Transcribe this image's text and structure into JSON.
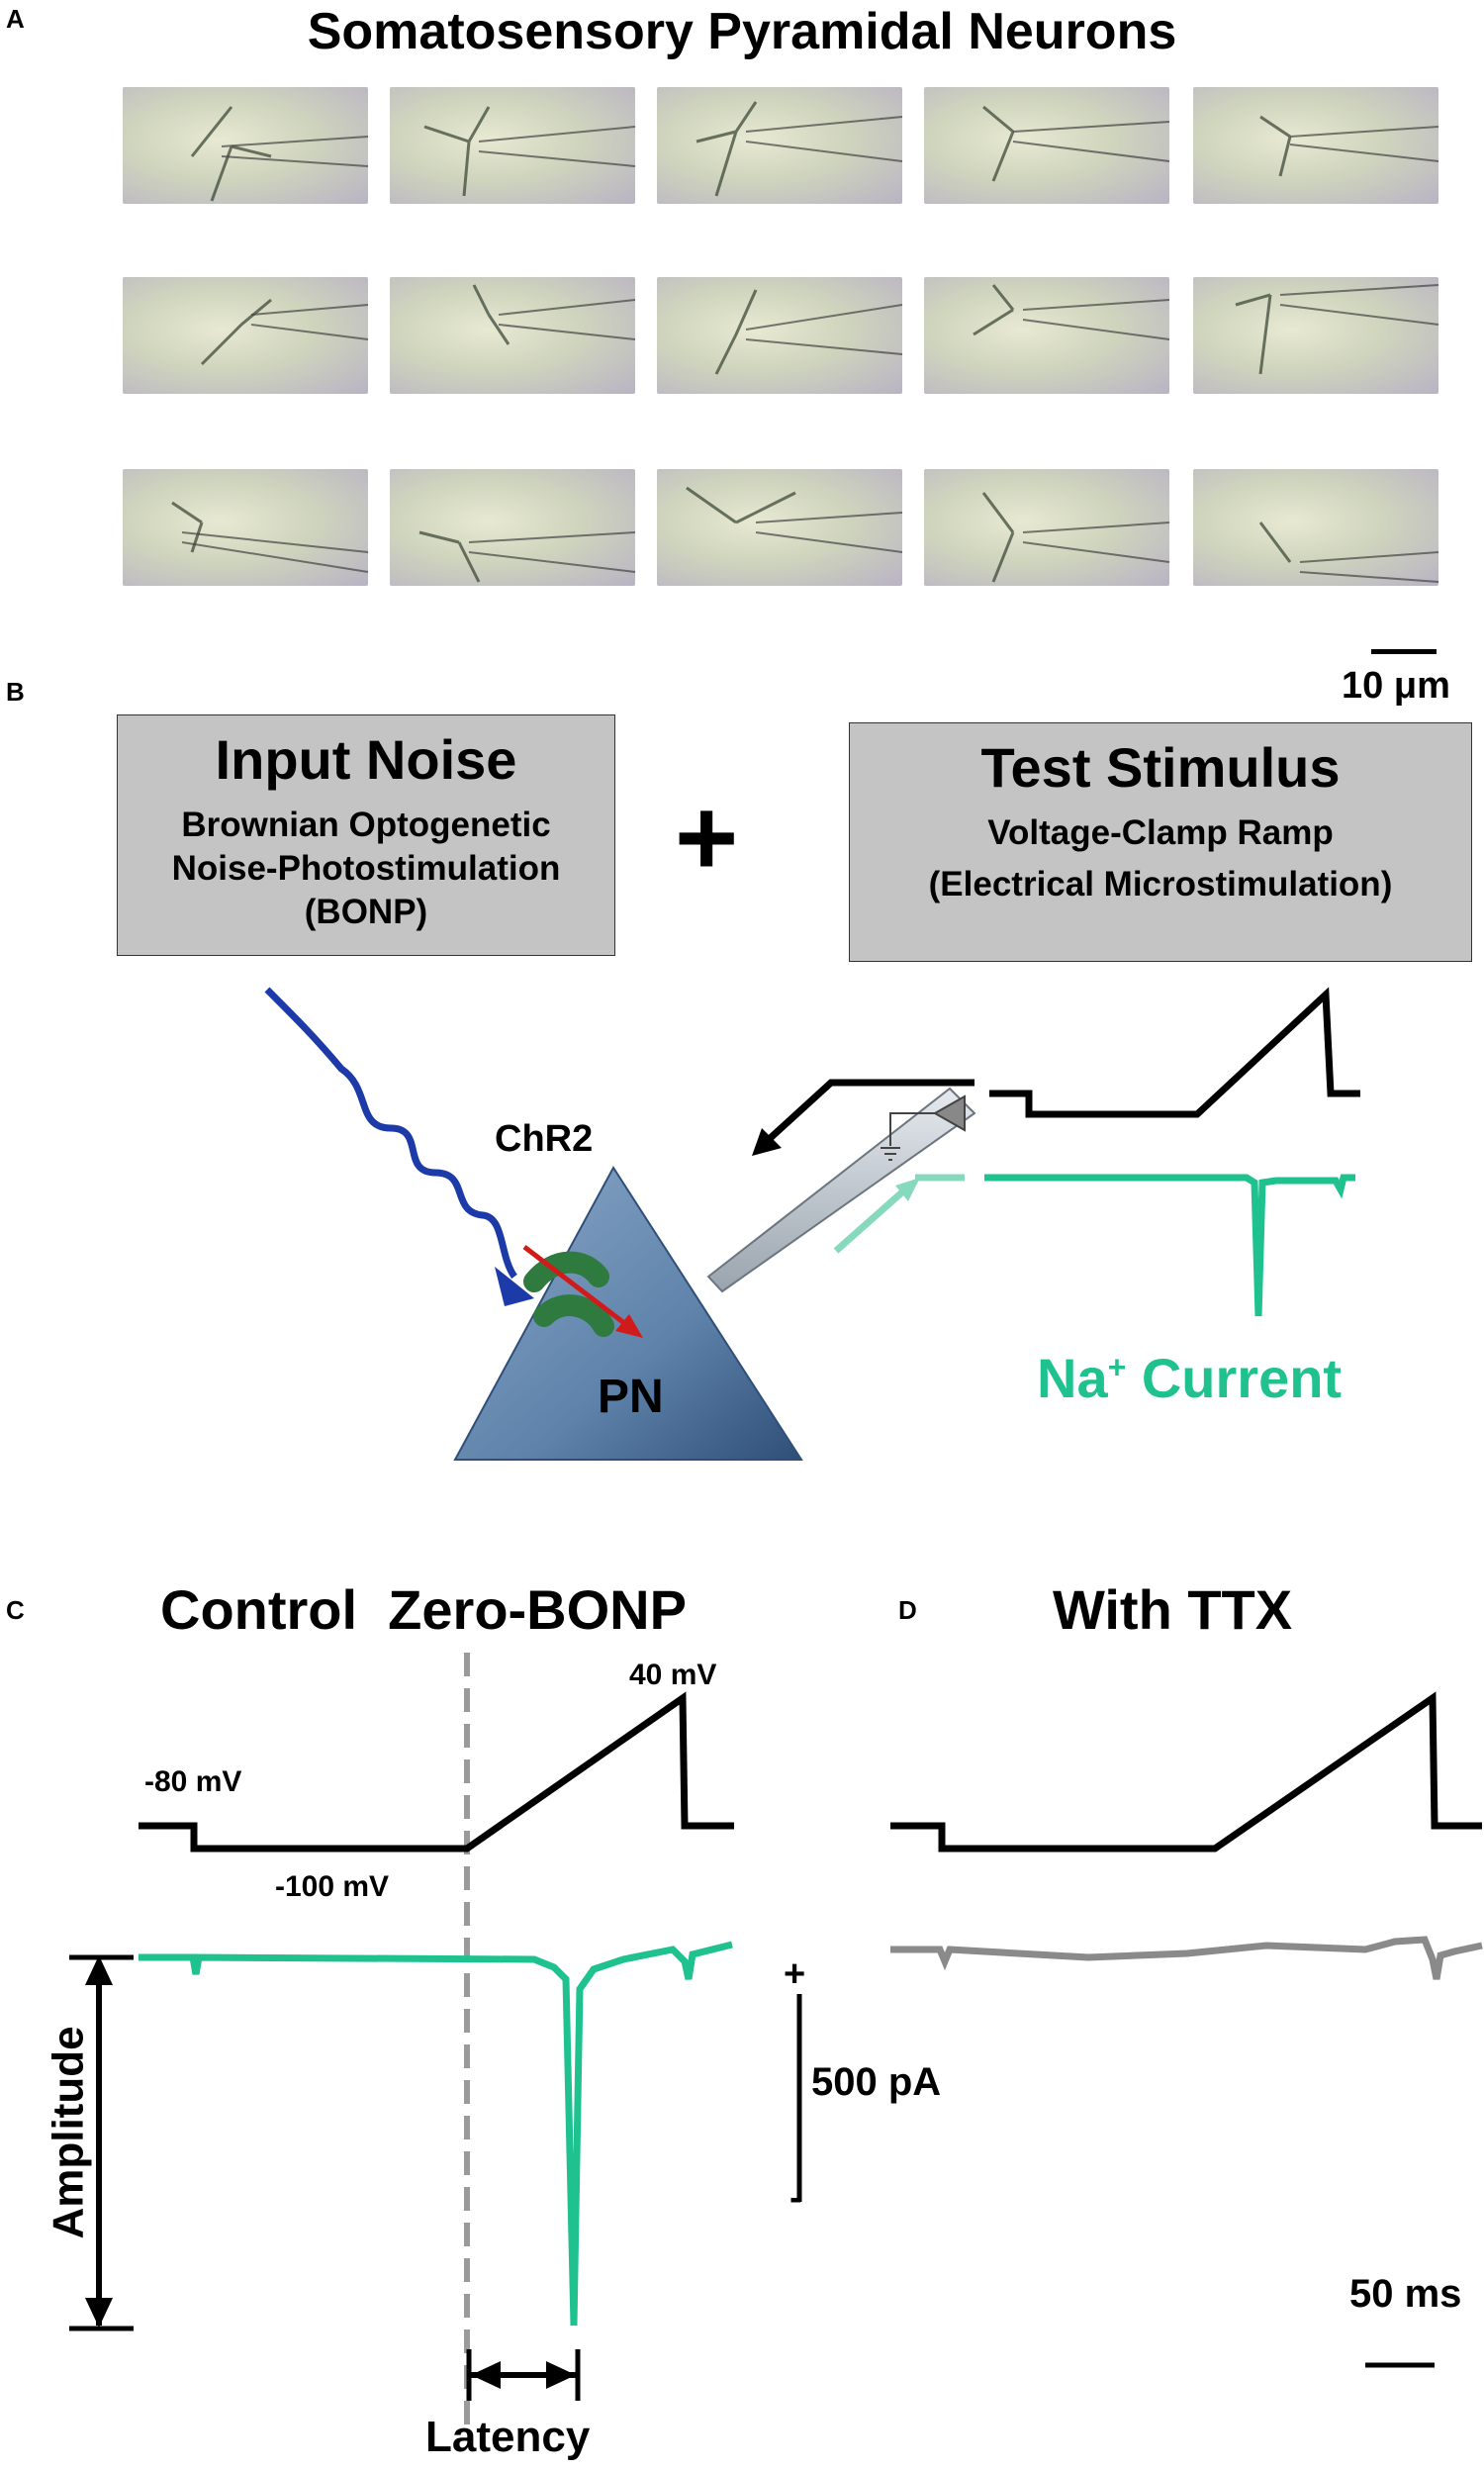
{
  "panel_a": {
    "letter": "A",
    "title": "Somatosensory Pyramidal Neurons",
    "scale_bar_label": "10 μm"
  },
  "panel_b": {
    "letter": "B",
    "input_noise": {
      "title": "Input Noise",
      "lines": [
        "Brownian Optogenetic",
        "Noise-Photostimulation",
        "(BONP)"
      ]
    },
    "plus": "+",
    "test_stimulus": {
      "title": "Test Stimulus",
      "lines": [
        "Voltage-Clamp Ramp",
        "(Electrical Microstimulation)"
      ]
    },
    "channel_label": "ChR2",
    "neuron_label": "PN",
    "current_label": "Na",
    "current_label_sup": "+",
    "current_label_rest": " Current"
  },
  "panel_c": {
    "letter": "C",
    "title": "Control  Zero-BONP",
    "label_40mv": "40 mV",
    "label_80mv": "-80 mV",
    "label_100mv": "-100 mV",
    "amplitude_label": "Amplitude",
    "latency_label": "Latency",
    "plus_sign": "+",
    "minus_sign": "-",
    "current_scale_label": "500 pA"
  },
  "panel_d": {
    "letter": "D",
    "title": "With TTX",
    "time_scale_label": "50 ms"
  },
  "colors": {
    "green": "#1fc28f",
    "light_green": "#86d9bd",
    "gray_box": "#c4c4c4",
    "gray_trace": "#8a8a8a",
    "dash": "#9a9a9a",
    "wave_blue": "#1c3aa8",
    "neuron_blue": "#5e82aa",
    "channel_green": "#2e7a3f",
    "arrow_red": "#d11b1b"
  }
}
